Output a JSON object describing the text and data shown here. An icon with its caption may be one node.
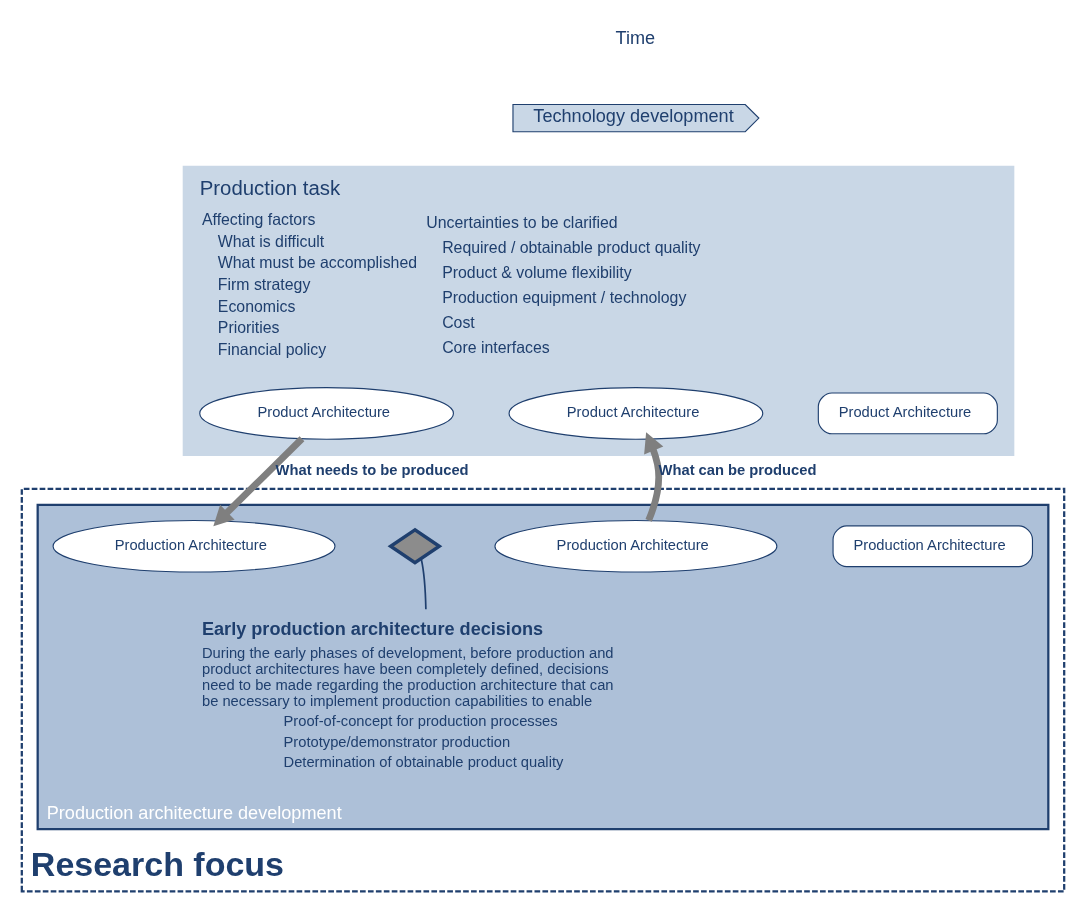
{
  "diagram": {
    "nodes": [
      {
        "text": [
          "Technology development"
        ]
      },
      {
        "text": [
          "Production task",
          "Affecting factors",
          "What is difficult",
          "What must be accomplished",
          "Firm strategy",
          "Economics",
          "Priorities",
          "Financial policy",
          "Uncertainties to be clarified",
          "Required / obtainable product quality",
          "Product & volume flexibility",
          "Production equipment / technology",
          "Cost",
          "Core interfaces"
        ]
      },
      {
        "text": [
          "Product Architecture"
        ],
        "in": 1
      },
      {
        "text": [
          "Product Architecture"
        ],
        "in": 1
      },
      {
        "text": [
          "Product Architecture"
        ],
        "in": 1
      },
      {
        "text": [
          "Research focus"
        ]
      },
      {
        "text": [
          "Production architecture development"
        ],
        "in": 5
      },
      {
        "text": [
          "Production Architecture"
        ],
        "in": 6
      },
      {
        "text": [],
        "shape": "diamond",
        "in": 6
      },
      {
        "text": [
          "Production Architecture"
        ],
        "in": 6
      },
      {
        "text": [
          "Production Architecture"
        ],
        "in": 6
      },
      {
        "text": [
          "Early production architecture decisions",
          "During the early phases of development, before production and product architectures have been completely defined, decisions need to be made regarding the production architecture that can be necessary to implement production capabilities to enable",
          "Proof-of-concept for production processes",
          "Prototype/demonstrator production",
          "Determination of obtainable product quality"
        ],
        "in": 6
      }
    ],
    "edges": [
      {
        "from": 2,
        "to": 7,
        "arrow": "to",
        "label": "What needs to be produced"
      },
      {
        "from": 9,
        "to": 3,
        "arrow": "to",
        "label": "What can be produced"
      },
      {
        "from": 11,
        "to": 8,
        "arrow": "none",
        "color": "#1f3f6e"
      }
    ],
    "labels": [
      "Time"
    ]
  }
}
